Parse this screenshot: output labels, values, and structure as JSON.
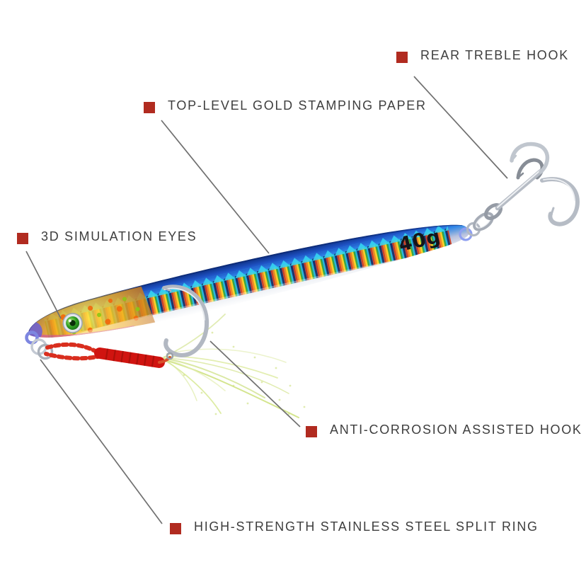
{
  "annotations": [
    {
      "id": "rear-treble-hook",
      "label": "REAR TREBLE HOOK"
    },
    {
      "id": "gold-stamping-paper",
      "label": "TOP-LEVEL GOLD STAMPING PAPER"
    },
    {
      "id": "simulation-eyes",
      "label": "3D SIMULATION EYES"
    },
    {
      "id": "assisted-hook",
      "label": "ANTI-CORROSION ASSISTED HOOK"
    },
    {
      "id": "stainless-split-ring",
      "label": "HIGH-STRENGTH STAINLESS STEEL SPLIT RING"
    }
  ],
  "lure": {
    "weight_marking": "40g"
  },
  "icons": [
    {
      "name": "bullet-square-icon",
      "shape": "filled-square",
      "color": "#b12b20"
    }
  ],
  "colors": {
    "background": "#ffffff",
    "bullet_red": "#b12b20",
    "label_text": "#3e3e3e",
    "callout_line": "#707070",
    "body_blue": "#1e52c4",
    "body_navy": "#0b2a78",
    "belly_silver": "#e9ebf1",
    "holo_cyan": "#35d6f2",
    "head_gold": "#f0a81e",
    "eye_green": "#2f9e22",
    "cord_red": "#d01410",
    "tinsel_green": "#cfe47d",
    "hook_silver": "#b6bcc5"
  }
}
